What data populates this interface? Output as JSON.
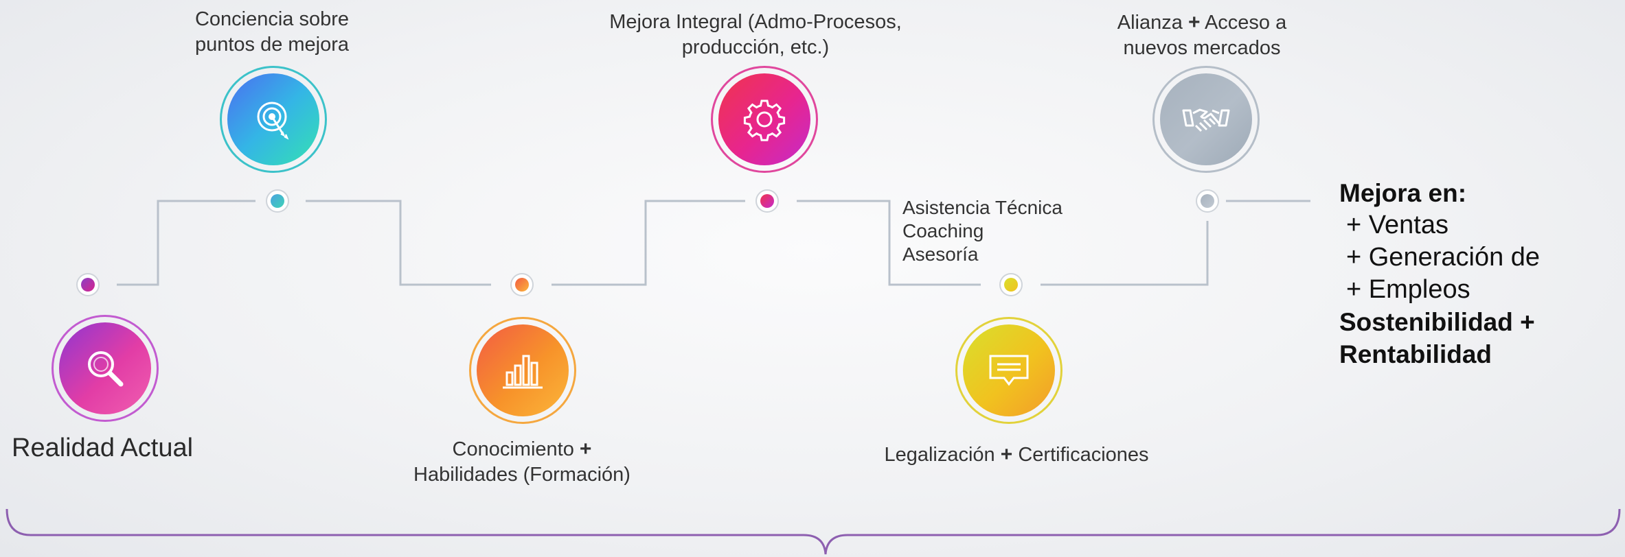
{
  "steps": [
    {
      "id": "realidad",
      "label": "Realidad Actual",
      "icon": "magnifier-icon"
    },
    {
      "id": "conciencia",
      "label_line1": "Conciencia sobre",
      "label_line2": "puntos de mejora",
      "icon": "target-arrow-icon"
    },
    {
      "id": "conocimiento",
      "label_line1": "Conocimiento",
      "plus": "+",
      "label_line2": "Habilidades (Formación)",
      "icon": "bar-chart-icon"
    },
    {
      "id": "mejora_integral",
      "label_line1": "Mejora Integral (Admo-Procesos,",
      "label_line2": "producción, etc.)",
      "icon": "gear-icon"
    },
    {
      "id": "asistencia",
      "lines": [
        "Asistencia Técnica",
        "Coaching",
        "Asesoría"
      ]
    },
    {
      "id": "legalizacion",
      "label_a": "Legalización",
      "plus": "+",
      "label_b": "Certificaciones",
      "icon": "chat-bubble-icon"
    },
    {
      "id": "alianza",
      "label_a": "Alianza",
      "plus": "+",
      "label_b": "Acceso a",
      "label_line2": "nuevos mercados",
      "icon": "handshake-icon"
    }
  ],
  "result": {
    "heading": "Mejora en:",
    "items": [
      "+ Ventas",
      "+ Generación de",
      "+ Empleos"
    ],
    "footer_line1": "Sostenibilidad +",
    "footer_line2": "Rentabilidad"
  },
  "colors": {
    "line": "#b7c0ca",
    "brace": "#8d5fb0",
    "magenta": "#d6248d",
    "purple": "#8a3fc6",
    "orange": "#f38a1e",
    "yellow": "#e3c321",
    "blue": "#4aa3e0",
    "teal": "#3fd2b6",
    "gray": "#aab5c1"
  }
}
